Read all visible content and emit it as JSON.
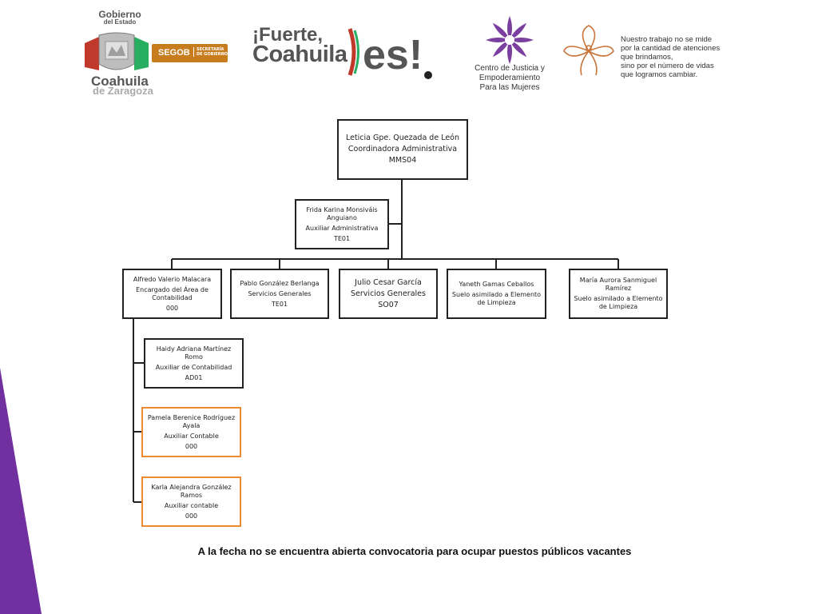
{
  "header": {
    "gobierno": {
      "line1": "Gobierno",
      "line2": "del Estado",
      "state": "Coahuila",
      "state_sub": "de Zaragoza"
    },
    "segob": {
      "name": "SEGOB",
      "sub": "SECRETARÍA DE GOBIERNO"
    },
    "campaign": {
      "line1": "¡Fuerte,",
      "line2": "Coahuila",
      "mark": "es!"
    },
    "cjm": {
      "name_lines": [
        "Centro de Justicia y",
        "Empoderamiento",
        "Para las Mujeres"
      ]
    },
    "motto": {
      "lines": [
        "Nuestro trabajo no se mide",
        "por la cantidad de atenciones",
        "que brindamos,",
        "sino por el número de vidas",
        "que logramos cambiar."
      ]
    }
  },
  "org": {
    "head": {
      "name": "Leticia Gpe. Quezada de León",
      "role": "Coordinadora Administrativa",
      "code": "MMS04"
    },
    "assistant": {
      "name": "Frida Karina Monsiváis Anguiano",
      "role": "Auxiliar Administrativa",
      "code": "TE01"
    },
    "row": [
      {
        "name": "Alfredo Valerio Malacara",
        "role": "Encargado del Área de Contabilidad",
        "code": "000"
      },
      {
        "name": "Pablo González Berlanga",
        "role": "Servicios Generales",
        "code": "TE01"
      },
      {
        "name": "Julio Cesar García",
        "role": "Servicios Generales",
        "code": "SO07"
      },
      {
        "name": "Yaneth Gamas Ceballos",
        "role": "Suelo asimilado a Elemento de Limpieza",
        "code": ""
      },
      {
        "name": "María Aurora Sanmiguel Ramírez",
        "role": "Suelo asimilado a Elemento de Limpieza",
        "code": ""
      }
    ],
    "sub": [
      {
        "name": "Haidy Adriana Martínez Romo",
        "role": "Auxiliar de Contabilidad",
        "code": "AD01"
      },
      {
        "name": "Pamela Berenice Rodríguez Ayala",
        "role": "Auxiliar Contable",
        "code": "000"
      },
      {
        "name": "Karla Alejandra González Ramos",
        "role": "Auxiliar contable",
        "code": "000"
      }
    ]
  },
  "notice": "A la fecha no se encuentra abierta convocatoria para ocupar puestos públicos vacantes",
  "colors": {
    "stripe": "#7030a0",
    "orange": "#ec8b33",
    "segob": "#c77d1e",
    "cjm_purple": "#7b3fa0",
    "motto_orange": "#c8743a"
  }
}
